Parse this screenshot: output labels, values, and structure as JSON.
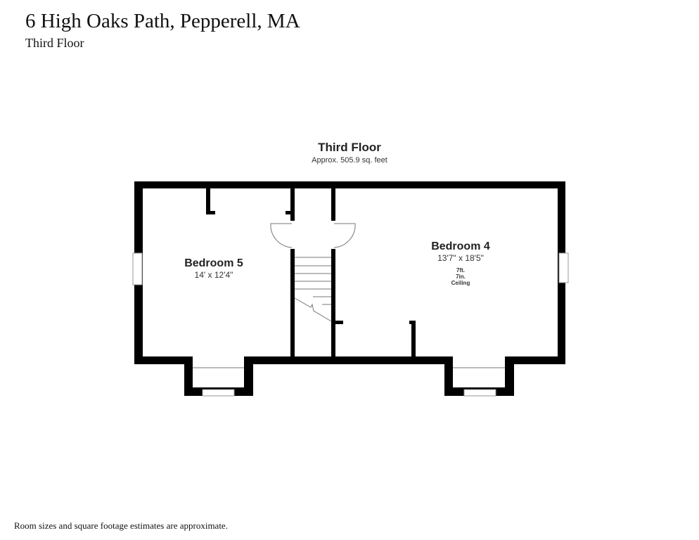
{
  "header": {
    "title": "6 High Oaks Path, Pepperell, MA",
    "subtitle": "Third Floor"
  },
  "plan": {
    "floor_label": "Third Floor",
    "area": "Approx. 505.9 sq. feet",
    "rooms": [
      {
        "name": "Bedroom 5",
        "size": "14' x 12'4\""
      },
      {
        "name": "Bedroom 4",
        "size": "13'7\" x 18'5\"",
        "ceiling": [
          "7ft.",
          "7in.",
          "Ceiling"
        ]
      }
    ]
  },
  "footer": {
    "note": "Room sizes and square footage estimates are approximate."
  }
}
